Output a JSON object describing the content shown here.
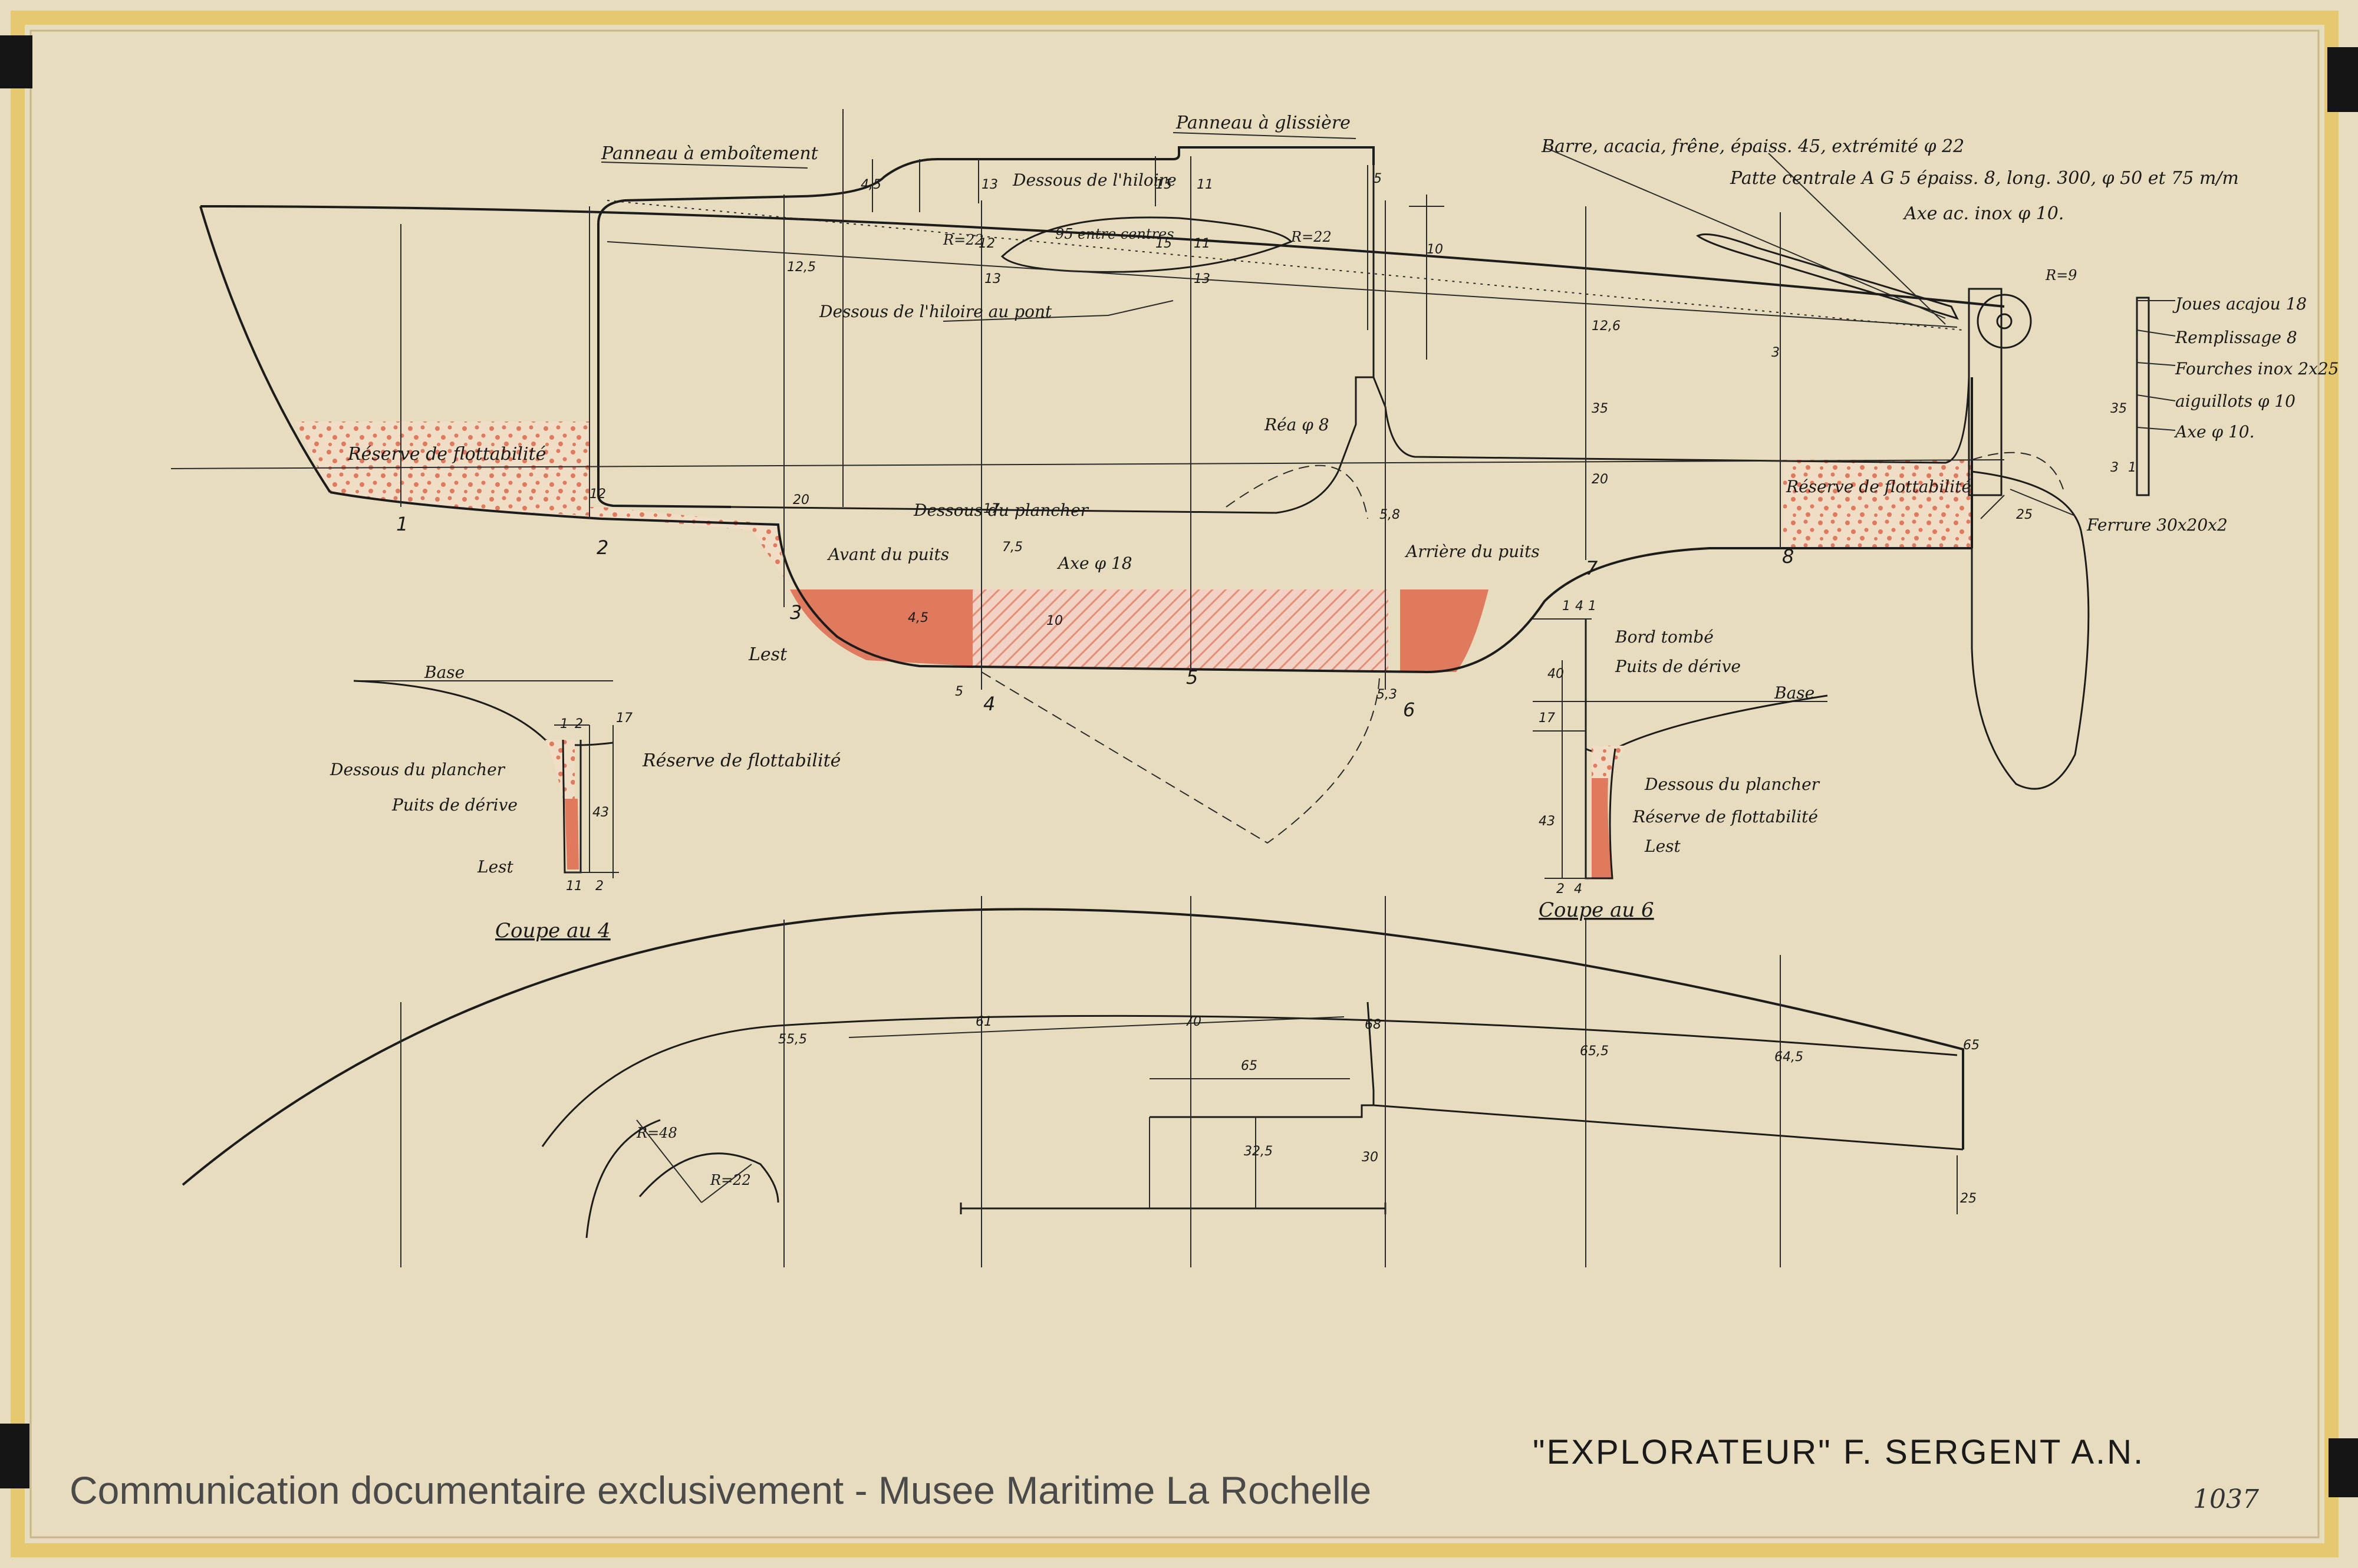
{
  "colors": {
    "paper": "#e8dcbf",
    "ink": "#1c1c1c",
    "lead": "#e07a5f",
    "flotation": "#e89a80",
    "tape": "#e6c86e",
    "clip": "#151515"
  },
  "labels": {
    "panneau_emboitement": "Panneau à emboîtement",
    "panneau_glissiere": "Panneau à glissière",
    "dessous_hiloire": "Dessous de l'hiloire",
    "entre_centres": "95 entre centres",
    "dessous_hiloire_pont": "Dessous de l'hiloire au pont",
    "barre_line1": "Barre, acacia, frêne, épaiss. 45, extrémité φ 22",
    "barre_line2": "Patte centrale A G 5 épaiss. 8, long. 300, φ 50 et 75 m/m",
    "barre_line3": "Axe ac. inox φ 10.",
    "tolet_1": "Joues acajou 18",
    "tolet_2": "Remplissage 8",
    "tolet_3": "Fourches inox 2x25",
    "tolet_4": "aiguillots φ 10",
    "tolet_5": "Axe φ 10.",
    "ferrure": "Ferrure 30x20x2",
    "reserve_avant": "Réserve de flottabilité",
    "reserve_arriere": "Réserve de flottabilité",
    "dessous_plancher": "Dessous du plancher",
    "avant_puits": "Avant du puits",
    "arriere_puits": "Arrière du puits",
    "axe_puits": "Axe φ 18",
    "lest": "Lest",
    "rea": "Réa φ 8",
    "r_a": "R=22",
    "r_b": "R=22",
    "r_c": "R=9",
    "base_c4": "Base",
    "dessous_plancher_c4": "Dessous du plancher",
    "reserve_c4": "Réserve de flottabilité",
    "puits_c4": "Puits de dérive",
    "lest_c4": "Lest",
    "coupe4": "Coupe au 4",
    "bord_tombe": "Bord tombé",
    "puits_c6": "Puits de dérive",
    "base_c6": "Base",
    "dessous_plancher_c6": "Dessous du plancher",
    "reserve_c6": "Réserve de flottabilité",
    "lest_c6": "Lest",
    "coupe6": "Coupe au 6",
    "r_plan1": "R=48",
    "r_plan2": "R=22"
  },
  "stations": [
    "1",
    "2",
    "3",
    "4",
    "5",
    "6",
    "7",
    "8"
  ],
  "dims": {
    "profile": [
      "12,5",
      "13",
      "13",
      "13",
      "11",
      "4,5",
      "10",
      "5",
      "15",
      "15",
      "12",
      "11",
      "12,6",
      "35",
      "20",
      "12",
      "20",
      "10",
      "17",
      "7,5",
      "5",
      "5,3",
      "5,8",
      "4,5",
      "3",
      "25",
      "35",
      "3",
      "1"
    ],
    "c4": [
      "1",
      "2",
      "17",
      "43",
      "11",
      "2"
    ],
    "c6": [
      "1",
      "4",
      "1",
      "40",
      "17",
      "43",
      "2",
      "4"
    ],
    "plan": [
      "55,5",
      "61",
      "70",
      "65",
      "68",
      "65,5",
      "64,5",
      "65",
      "32,5",
      "30",
      "25"
    ]
  },
  "footer": {
    "watermark": "Communication documentaire exclusivement - Musee Maritime La Rochelle",
    "title": "\"EXPLORATEUR\"  F. SERGENT A.N.",
    "sheet_number": "1037"
  }
}
